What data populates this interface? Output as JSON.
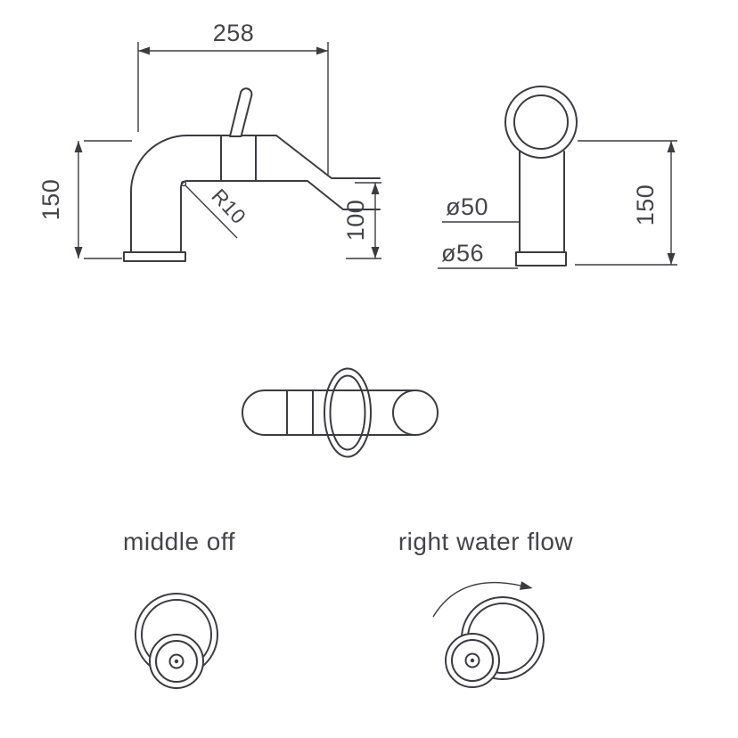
{
  "side_view": {
    "width": "258",
    "height": "150",
    "outlet_height": "100",
    "elbow_radius": "R10"
  },
  "front_view": {
    "pipe_diameter": "ø50",
    "base_diameter": "ø56",
    "height": "150"
  },
  "handle_positions": {
    "middle": "middle off",
    "right": "right water flow"
  },
  "colors": {
    "line": "#3b3b42",
    "text": "#44444b",
    "background": "#ffffff"
  }
}
